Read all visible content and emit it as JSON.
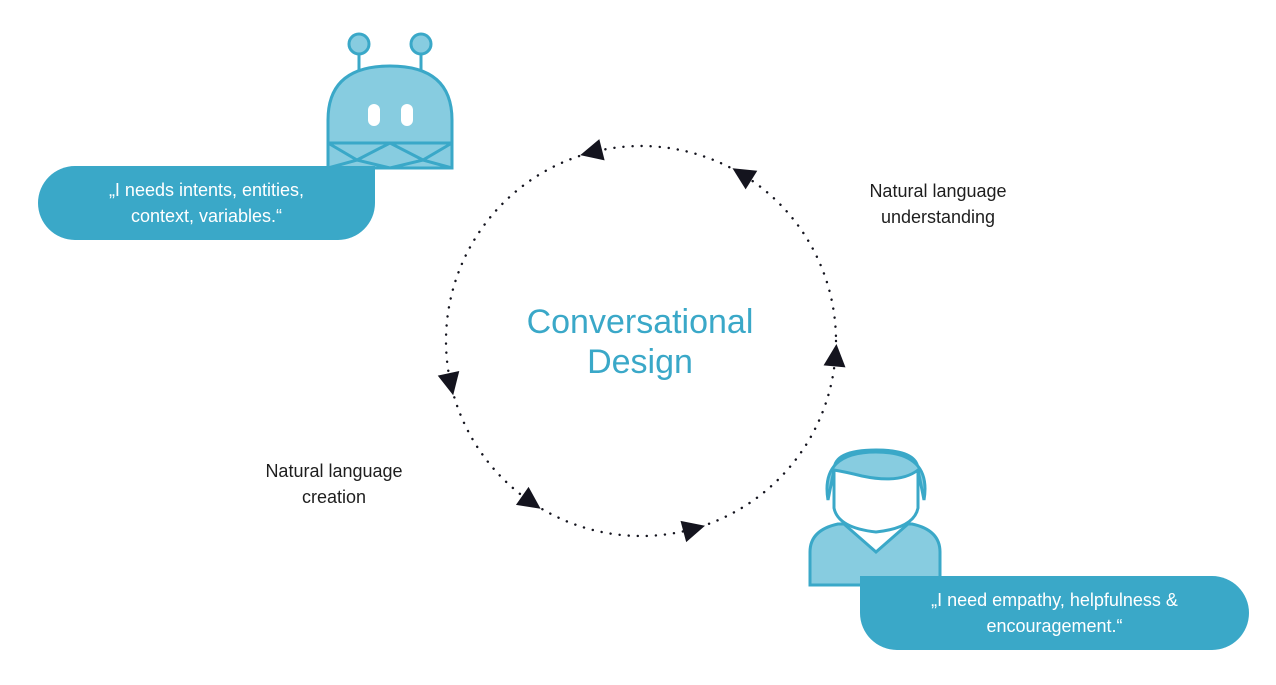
{
  "diagram": {
    "center_title_line1": "Conversational",
    "center_title_line2": "Design",
    "label_nlu_line1": "Natural language",
    "label_nlu_line2": "understanding",
    "label_nlc_line1": "Natural language",
    "label_nlc_line2": "creation",
    "bot_quote_line1": "„I needs intents, entities,",
    "bot_quote_line2": "context, variables.“",
    "user_quote_line1": "„I need empathy, helpfulness &",
    "user_quote_line2": "encouragement.“"
  },
  "colors": {
    "accent": "#3aa8c8",
    "icon_fill": "#87cce0",
    "icon_stroke": "#3aa8c8",
    "arrow": "#14141e",
    "text": "#1e1e1e"
  }
}
